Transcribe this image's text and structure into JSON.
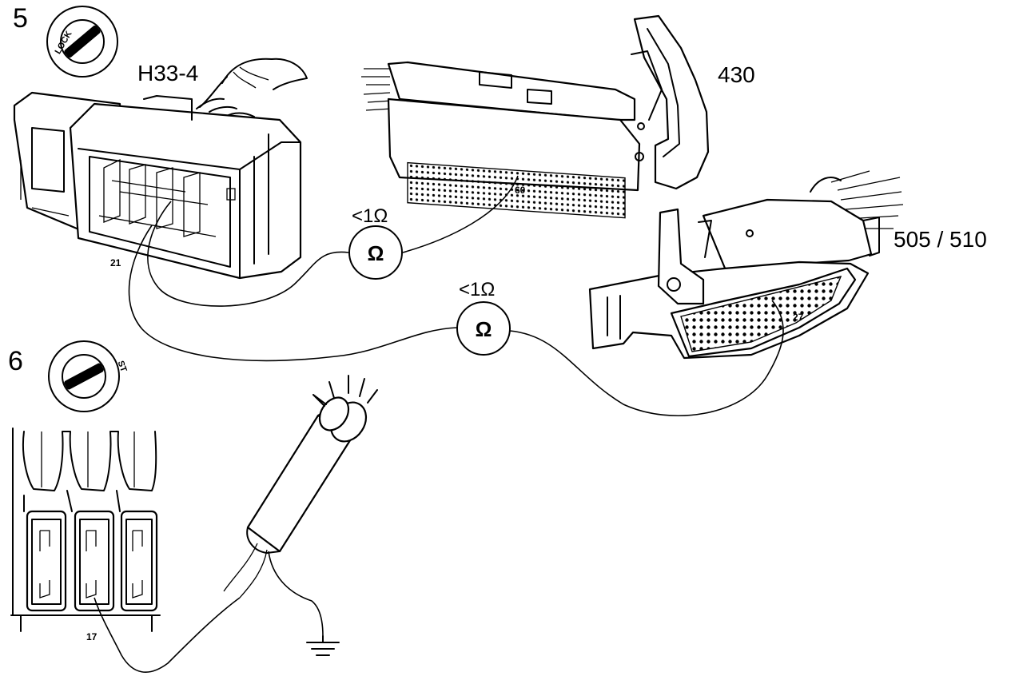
{
  "step_5": {
    "number": "5",
    "key_position": "LOCK",
    "connectors": {
      "h33": {
        "label": "H33-4",
        "pin": "21"
      },
      "ecu_430": {
        "label": "430",
        "pin": "60"
      },
      "ecu_505": {
        "label": "505 / 510",
        "pin": "27"
      }
    },
    "meters": [
      {
        "reading": "<1Ω",
        "symbol": "Ω"
      },
      {
        "reading": "<1Ω",
        "symbol": "Ω"
      }
    ]
  },
  "step_6": {
    "number": "6",
    "key_position": "ST",
    "fuse_pin": "17"
  }
}
